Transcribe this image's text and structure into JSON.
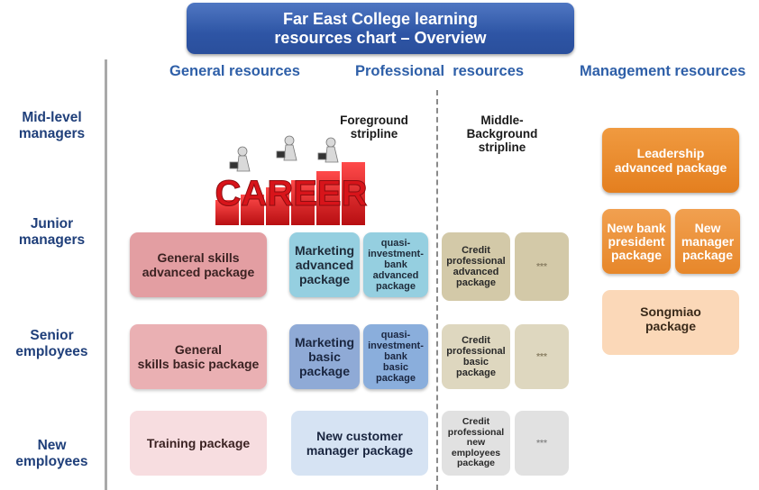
{
  "title": {
    "line1": "Far East College learning",
    "line2": "resources chart – Overview"
  },
  "columns": {
    "general": "General resources",
    "professional": "Professional  resources",
    "management": "Management resources"
  },
  "rows": {
    "mid_level": [
      "Mid-level",
      "managers"
    ],
    "junior": [
      "Junior",
      "managers"
    ],
    "senior": [
      "Senior",
      "employees"
    ],
    "new": [
      "New",
      "employees"
    ]
  },
  "stripline": {
    "foreground": [
      "Foreground",
      "stripline"
    ],
    "middle_background": [
      "Middle-",
      "Background",
      "stripline"
    ]
  },
  "career_word": "CAREER",
  "boxes": {
    "general_skills_advanced": [
      "General skills",
      "advanced package"
    ],
    "marketing_advanced": [
      "Marketing",
      "advanced",
      "package"
    ],
    "quasi_advanced": [
      "quasi-",
      "investment-",
      "bank",
      "advanced",
      "package"
    ],
    "credit_advanced": [
      "Credit",
      "professional",
      "advanced",
      "package"
    ],
    "ellipsis_1": "***",
    "general_skills_basic": [
      "General",
      "skills basic package"
    ],
    "marketing_basic": [
      "Marketing",
      "basic",
      "package"
    ],
    "quasi_basic": [
      "quasi-",
      "investment-",
      "bank",
      "basic",
      "package"
    ],
    "credit_basic": [
      "Credit",
      "professional",
      "basic",
      "package"
    ],
    "ellipsis_2": "***",
    "training": "Training package",
    "new_customer_manager": [
      "New customer",
      "manager package"
    ],
    "credit_new": [
      "Credit",
      "professional",
      "new",
      "employees",
      "package"
    ],
    "ellipsis_3": "***",
    "leadership_advanced": [
      "Leadership",
      "advanced package"
    ],
    "new_bank_president": [
      "New bank",
      "president",
      "package"
    ],
    "new_manager": [
      "New",
      "manager",
      "package"
    ],
    "songmiao": [
      "Songmiao",
      "package"
    ]
  },
  "colors": {
    "title_blue": "#2e55a5",
    "header_blue": "#2e5fa8",
    "general_pink": "#e9a8ab",
    "marketing_teal": "#9fd4e3",
    "marketing_blue": "#94abd6",
    "quasi_blue": "#8fb0dc",
    "credit_tan": "#d8cfb0",
    "mgmt_orange": "#ea8a2c",
    "mgmt_light_orange": "#fbd6b4"
  }
}
